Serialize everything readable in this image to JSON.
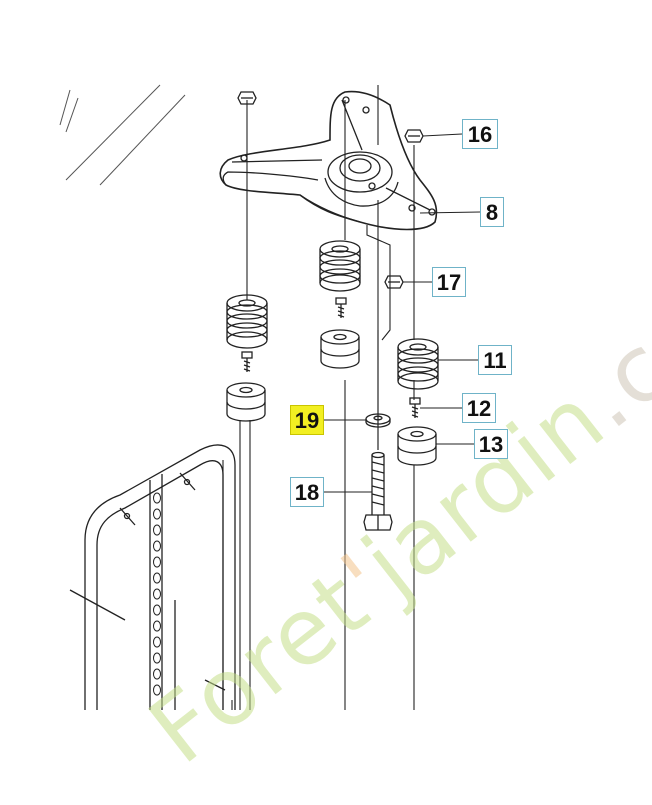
{
  "diagram": {
    "callouts": [
      {
        "id": "c16",
        "label": "16",
        "highlighted": false
      },
      {
        "id": "c8",
        "label": "8",
        "highlighted": false
      },
      {
        "id": "c17",
        "label": "17",
        "highlighted": false
      },
      {
        "id": "c11",
        "label": "11",
        "highlighted": false
      },
      {
        "id": "c12",
        "label": "12",
        "highlighted": false
      },
      {
        "id": "c13",
        "label": "13",
        "highlighted": false
      },
      {
        "id": "c19",
        "label": "19",
        "highlighted": true
      },
      {
        "id": "c18",
        "label": "18",
        "highlighted": false
      }
    ],
    "colors": {
      "line": "#222222",
      "callout_border": "#6fb3c8",
      "highlight": "#f2ef22",
      "watermark_green": "#c5e08a",
      "watermark_orange": "#f3c48c"
    }
  },
  "watermark": {
    "part1": "Foret",
    "part2": "'",
    "part3": "jardin",
    "part4": ".com"
  }
}
